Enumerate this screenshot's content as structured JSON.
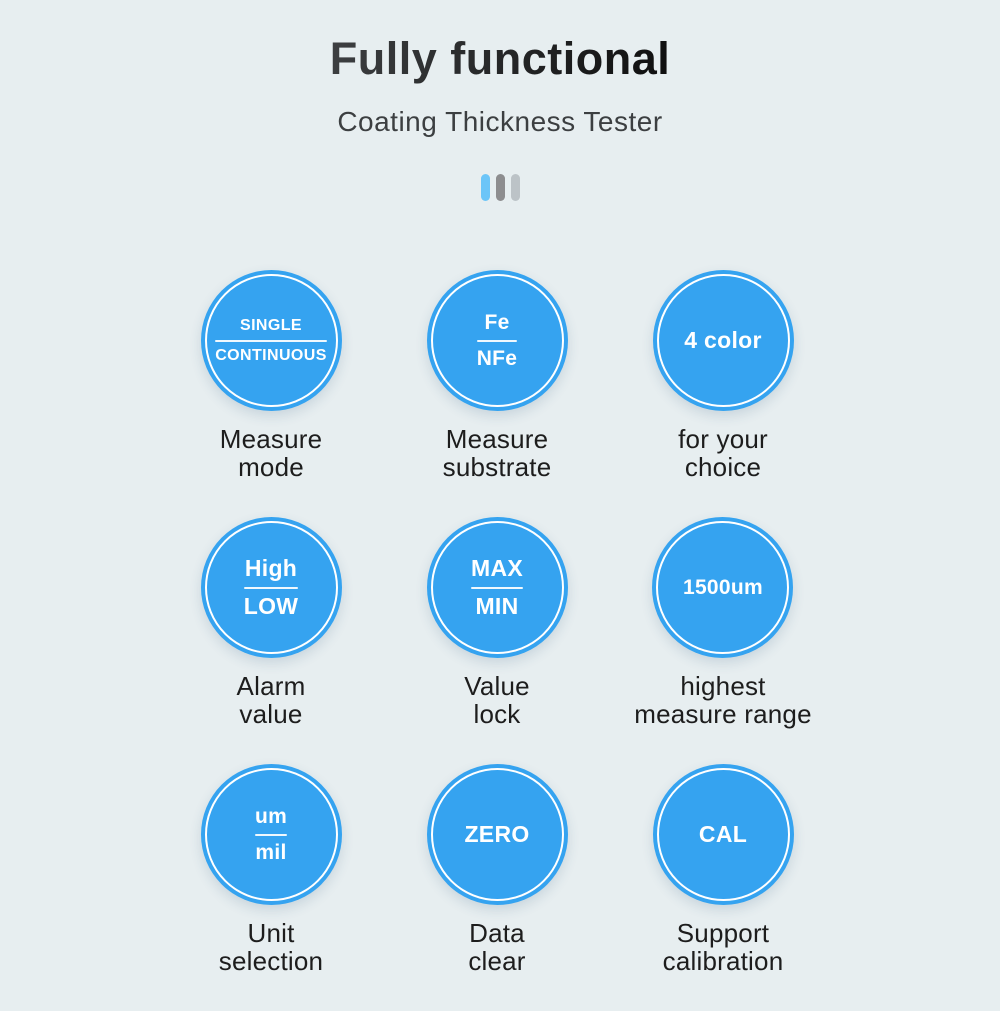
{
  "header": {
    "title": "Fully functional",
    "subtitle": "Coating Thickness Tester"
  },
  "decoration": {
    "bar_colors": [
      "#6cc5f8",
      "#8d8d8f",
      "#bcc3c7"
    ]
  },
  "colors": {
    "background": "#e7eef0",
    "circle_blue": "#35a3f0",
    "circle_ring": "#ffffff",
    "badge_text": "#ffffff",
    "title_text": "#1b1b1b",
    "label_text": "#1d1d1d"
  },
  "features": [
    {
      "badge_top": "SINGLE",
      "badge_bottom": "CONTINUOUS",
      "label_line1": "Measure",
      "label_line2": "mode"
    },
    {
      "badge_top": "Fe",
      "badge_bottom": "NFe",
      "label_line1": "Measure",
      "label_line2": "substrate"
    },
    {
      "badge_text": "4 color",
      "label_line1": "for your",
      "label_line2": "choice"
    },
    {
      "badge_top": "High",
      "badge_bottom": "LOW",
      "label_line1": "Alarm",
      "label_line2": "value"
    },
    {
      "badge_top": "MAX",
      "badge_bottom": "MIN",
      "label_line1": "Value",
      "label_line2": "lock"
    },
    {
      "badge_text": "1500um",
      "label_line1": "highest",
      "label_line2": "measure range"
    },
    {
      "badge_top": "um",
      "badge_bottom": "mil",
      "label_line1": "Unit",
      "label_line2": "selection"
    },
    {
      "badge_text": "ZERO",
      "label_line1": "Data",
      "label_line2": "clear"
    },
    {
      "badge_text": "CAL",
      "label_line1": "Support",
      "label_line2": "calibration"
    }
  ]
}
